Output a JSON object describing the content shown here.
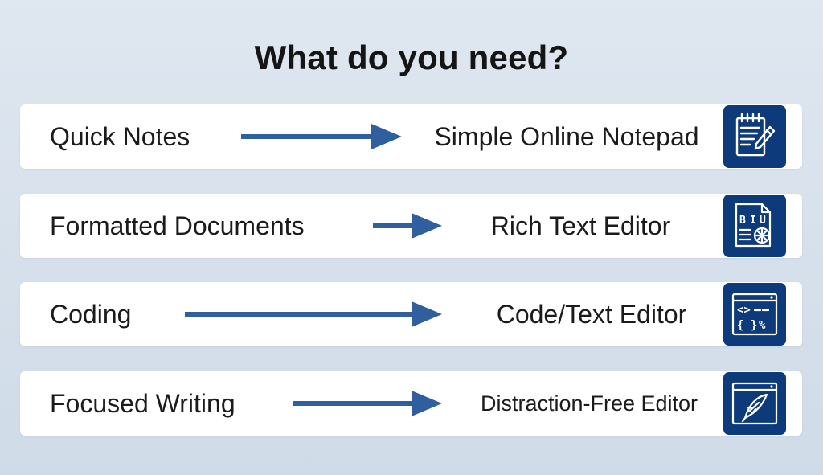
{
  "title": "What do you need?",
  "rows": [
    {
      "need": "Quick Notes",
      "tool": "Simple Online Notepad",
      "icon": "notepad-pencil-icon"
    },
    {
      "need": "Formatted Documents",
      "tool": "Rich Text Editor",
      "icon": "rich-text-document-icon"
    },
    {
      "need": "Coding",
      "tool": "Code/Text Editor",
      "icon": "code-window-icon"
    },
    {
      "need": "Focused Writing",
      "tool": "Distraction-Free Editor",
      "icon": "quill-window-icon"
    }
  ],
  "colors": {
    "background": "#d6e1ec",
    "card": "#ffffff",
    "arrow": "#2f5f9e",
    "icon_tile": "#0d3a7a",
    "text": "#1b1b1b"
  },
  "icon_glyphs": {
    "rich_text_bold": "B",
    "rich_text_italic": "I",
    "rich_text_underline": "U",
    "code_tag": "<>",
    "code_braces": "{ }",
    "code_percent": "%"
  }
}
